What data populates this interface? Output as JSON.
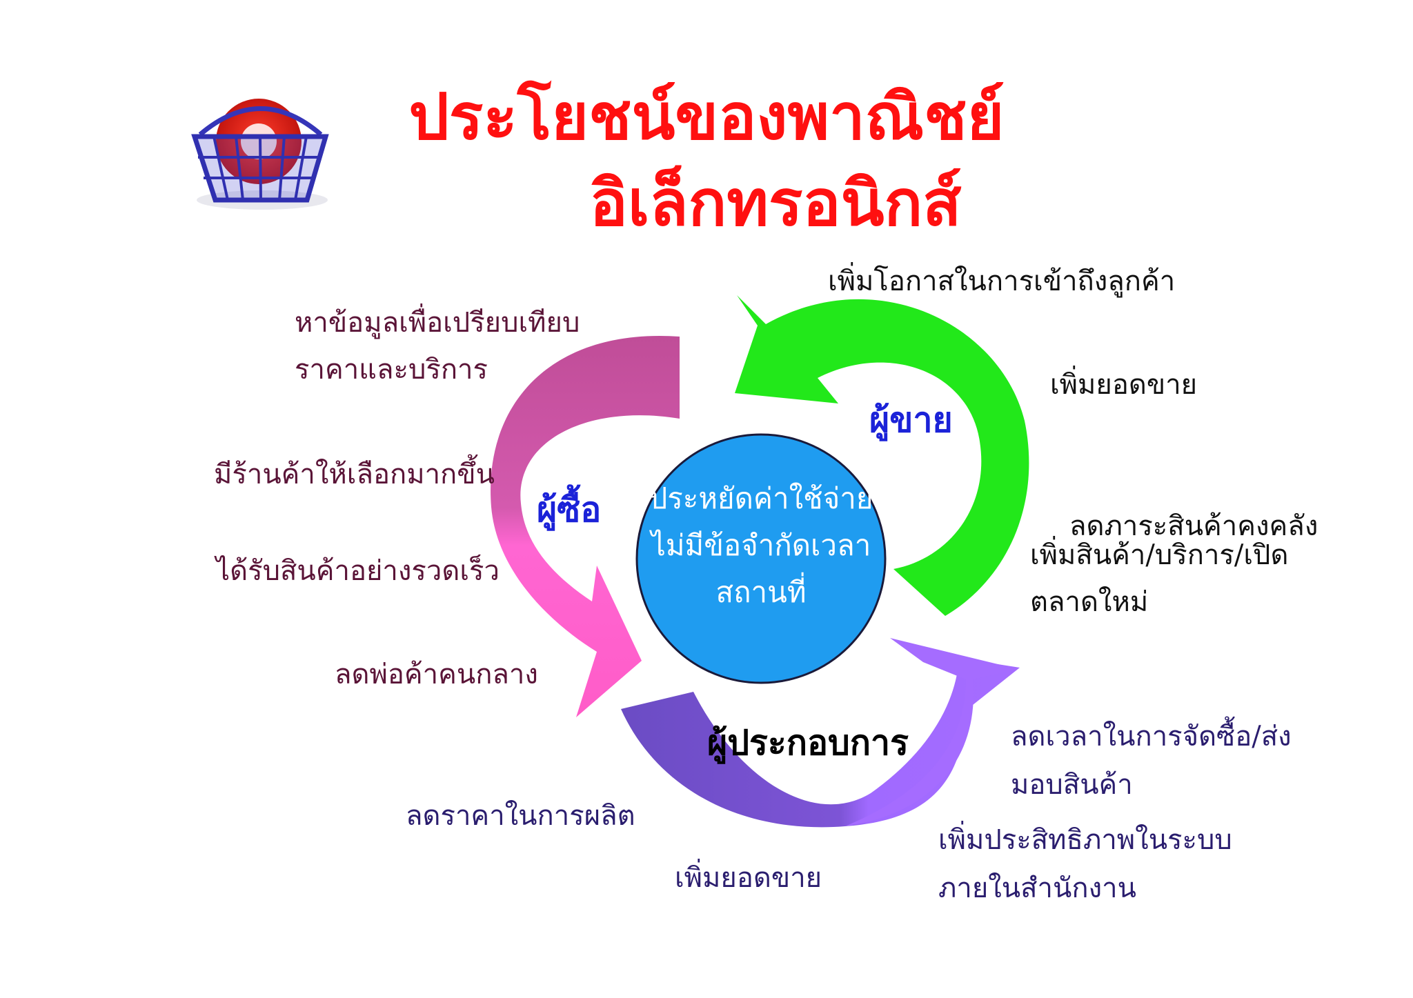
{
  "title": {
    "line1": "ประโยชน์ของพาณิชย์",
    "line2": "อิเล็กทรอนิกส์"
  },
  "center": {
    "line1": "ประหยัดค่าใช้จ่าย",
    "line2": "ไม่มีข้อจำกัดเวลา",
    "line3": "สถานที่"
  },
  "roles": {
    "buyer": "ผู้ซื้อ",
    "seller": "ผู้ขาย",
    "operator": "ผู้ประกอบการ"
  },
  "buyer_benefits": {
    "b1_line1": "หาข้อมูลเพื่อเปรียบเทียบ",
    "b1_line2": "ราคาและบริการ",
    "b2": "มีร้านค้าให้เลือกมากขึ้น",
    "b3": "ได้รับสินค้าอย่างรวดเร็ว",
    "b4": "ลดพ่อค้าคนกลาง"
  },
  "seller_benefits": {
    "s1": "เพิ่มโอกาสในการเข้าถึงลูกค้า",
    "s2": "เพิ่มยอดขาย",
    "s3": "ลดภาระสินค้าคงคลัง",
    "s4_line1": "เพิ่มสินค้า/บริการ/เปิด",
    "s4_line2": "ตลาดใหม่"
  },
  "operator_benefits": {
    "o1_line1": "ลดเวลาในการจัดซื้อ/ส่ง",
    "o1_line2": "มอบสินค้า",
    "o2_line1": "เพิ่มประสิทธิภาพในระบบ",
    "o2_line2": "ภายในสำนักงาน",
    "o3": "ลดราคาในการผลิต",
    "o4": "เพิ่มยอดขาย"
  },
  "colors": {
    "title": "#ff1010",
    "center_circle": "#1f9cf0",
    "seller_arrow": "#22e81a",
    "buyer_arrow_top": "#c8519e",
    "buyer_arrow_bottom": "#ff5fcf",
    "operator_arrow_left": "#6c4ec8",
    "operator_arrow_right": "#a46bff",
    "role_label": "#1b22d8",
    "benefit_text": "#5a1437"
  }
}
